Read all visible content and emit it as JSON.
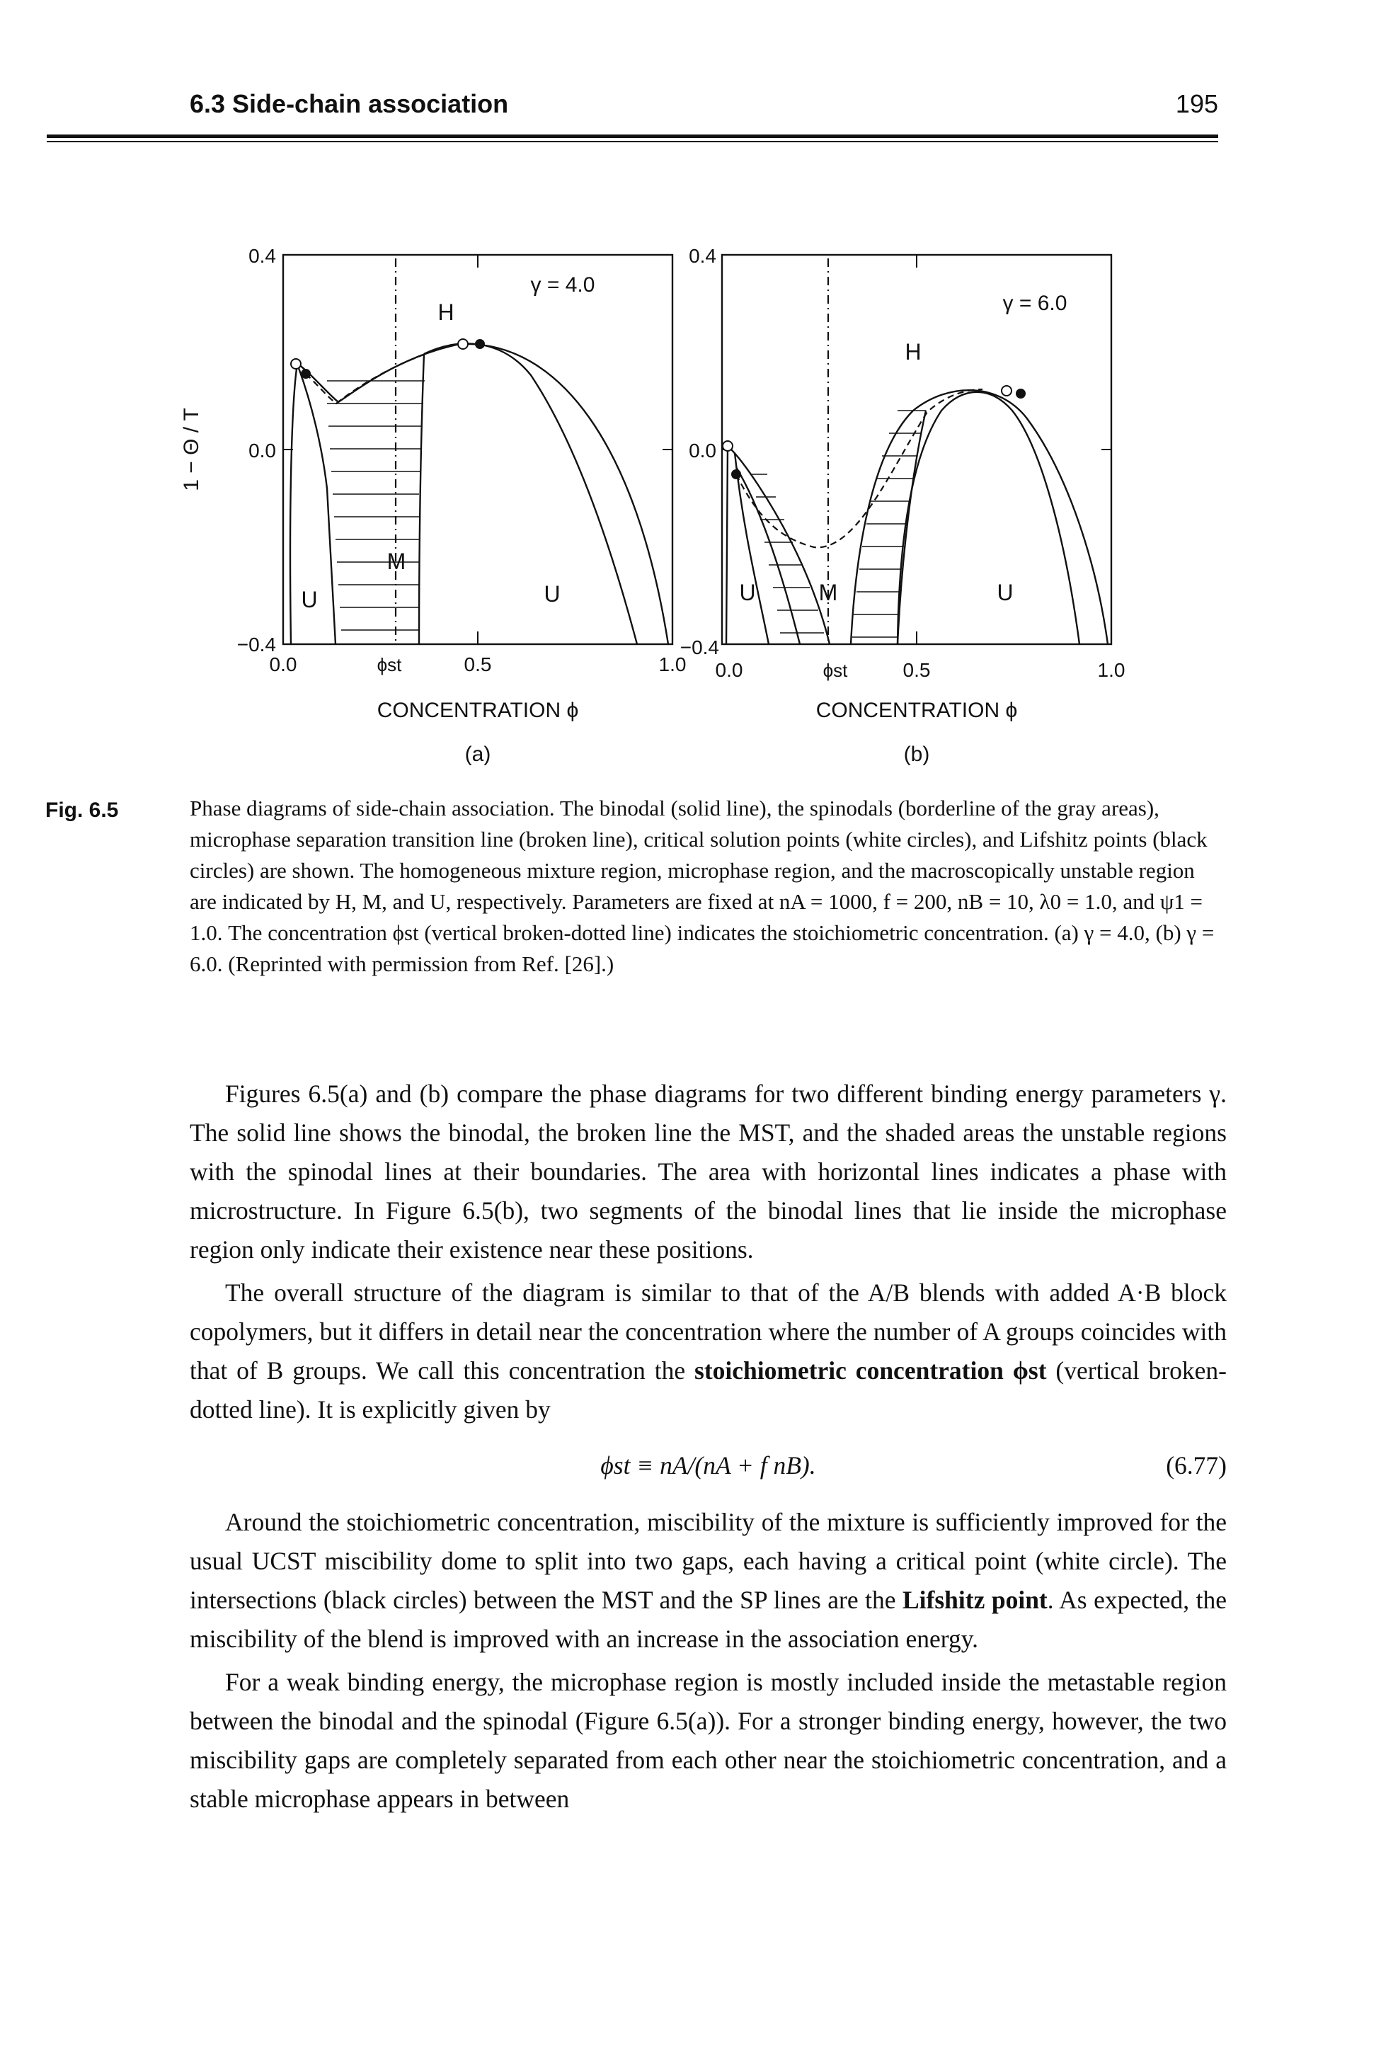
{
  "header": {
    "section": "6.3 Side-chain association",
    "page_number": "195"
  },
  "figure": {
    "label": "Fig. 6.5",
    "y_axis_label": "1 − Θ / T",
    "panel_a": {
      "gamma_label": "γ = 4.0",
      "y_ticks": [
        "0.4",
        "0.0",
        "−0.4"
      ],
      "x_ticks": [
        "0.0",
        "0.5",
        "1.0"
      ],
      "phi_st_label": "ϕst",
      "region_labels": [
        "H",
        "M",
        "U",
        "U"
      ],
      "x_axis_label": "CONCENTRATION ϕ",
      "panel_tag": "(a)"
    },
    "panel_b": {
      "gamma_label": "γ = 6.0",
      "y_ticks": [
        "0.4",
        "0.0",
        "−0.4"
      ],
      "x_ticks": [
        "0.0",
        "0.5",
        "1.0"
      ],
      "phi_st_label": "ϕst",
      "region_labels": [
        "H",
        "M",
        "U",
        "U"
      ],
      "x_axis_label": "CONCENTRATION ϕ",
      "panel_tag": "(b)"
    }
  },
  "caption": {
    "text": "Phase diagrams of side-chain association. The binodal (solid line), the spinodals (borderline of the gray areas), microphase separation transition line (broken line), critical solution points (white circles), and Lifshitz points (black circles) are shown. The homogeneous mixture region, microphase region, and the macroscopically unstable region are indicated by H, M, and U, respectively. Parameters are fixed at nA = 1000, f = 200, nB = 10, λ0 = 1.0, and ψ1 = 1.0. The concentration ϕst (vertical broken-dotted line) indicates the stoichiometric concentration. (a) γ = 4.0, (b) γ = 6.0. (Reprinted with permission from Ref. [26].)"
  },
  "body": {
    "p1": "Figures 6.5(a) and (b) compare the phase diagrams for two different binding energy parameters γ. The solid line shows the binodal, the broken line the MST, and the shaded areas the unstable regions with the spinodal lines at their boundaries. The area with horizontal lines indicates a phase with microstructure. In Figure 6.5(b), two segments of the binodal lines that lie inside the microphase region only indicate their existence near these positions.",
    "p2_start": "The overall structure of the diagram is similar to that of the A/B blends with added A·B block copolymers, but it differs in detail near the concentration where the number of A groups coincides with that of B groups. We call this concentration the ",
    "p2_bold": "stoichiometric concentration ϕst",
    "p2_end": " (vertical broken-dotted line). It is explicitly given by",
    "equation": "ϕst ≡ nA/(nA + f nB).",
    "equation_number": "(6.77)",
    "p3_start": "Around the stoichiometric concentration, miscibility of the mixture is sufficiently improved for the usual UCST miscibility dome to split into two gaps, each having a critical point (white circle). The intersections (black circles) between the MST and the SP lines are the ",
    "p3_bold": "Lifshitz point",
    "p3_end": ". As expected, the miscibility of the blend is improved with an increase in the association energy.",
    "p4": "For a weak binding energy, the microphase region is mostly included inside the metastable region between the binodal and the spinodal (Figure 6.5(a)). For a stronger binding energy, however, the two miscibility gaps are completely separated from each other near the stoichiometric concentration, and a stable microphase appears in between"
  }
}
